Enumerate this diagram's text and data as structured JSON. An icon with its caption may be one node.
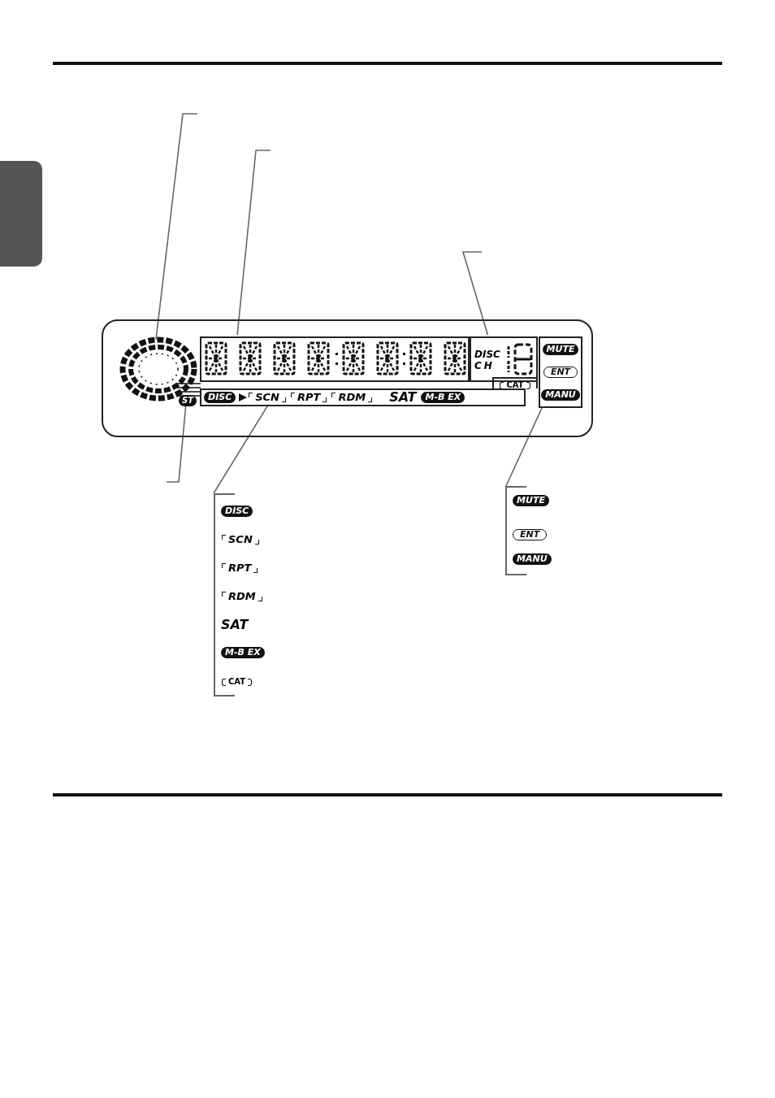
{
  "diagram": {
    "nodes": [
      {
        "text": [],
        "shape": "box"
      },
      {
        "text": [],
        "shape": "circle",
        "in": 0
      },
      {
        "text": [
          "ST"
        ],
        "in": 0
      },
      {
        "text": [],
        "shape": "box",
        "in": 0
      },
      {
        "text": [
          "DISC",
          "CH"
        ],
        "in": 0
      },
      {
        "text": [
          "DISC",
          "SCN",
          "RPT",
          "RDM",
          "SAT",
          "M-B EX"
        ],
        "in": 0
      },
      {
        "text": [
          "CAT"
        ],
        "in": 0
      },
      {
        "text": [
          "MUTE",
          "ENT",
          "MANU"
        ],
        "in": 0
      },
      {
        "text": [
          "DISC",
          "SCN",
          "RPT",
          "RDM",
          "SAT",
          "M-B EX",
          "CAT"
        ]
      },
      {
        "text": [
          "MUTE",
          "ENT",
          "MANU"
        ]
      },
      {
        "text": [],
        "shape": "box"
      }
    ],
    "edges": [
      {
        "from": null,
        "to": 1,
        "arrow": "none"
      },
      {
        "from": null,
        "to": 3,
        "arrow": "none"
      },
      {
        "from": null,
        "to": 4,
        "arrow": "none"
      },
      {
        "from": null,
        "to": 2,
        "arrow": "none"
      },
      {
        "from": 5,
        "to": 8,
        "arrow": "none"
      },
      {
        "from": 7,
        "to": 9,
        "arrow": "none"
      }
    ]
  }
}
